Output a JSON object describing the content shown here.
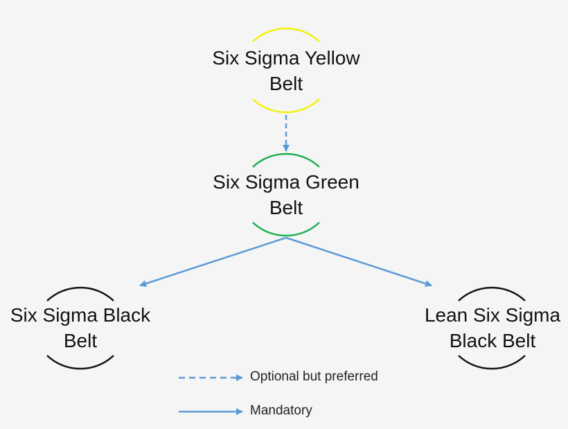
{
  "nodes": {
    "yellow": {
      "line1": "Six Sigma Yellow",
      "line2": "Belt",
      "color": "#f2f20a"
    },
    "green": {
      "line1": "Six Sigma Green",
      "line2": "Belt",
      "color": "#1eb050"
    },
    "black": {
      "line1": "Six Sigma Black",
      "line2": "Belt",
      "color": "#111111"
    },
    "lean": {
      "line1": "Lean Six Sigma",
      "line2": "Black Belt",
      "color": "#111111"
    }
  },
  "legend": {
    "optional": "Optional but preferred",
    "mandatory": "Mandatory"
  },
  "colors": {
    "arrow": "#5b9bd5",
    "background": "#f5f5f5"
  }
}
